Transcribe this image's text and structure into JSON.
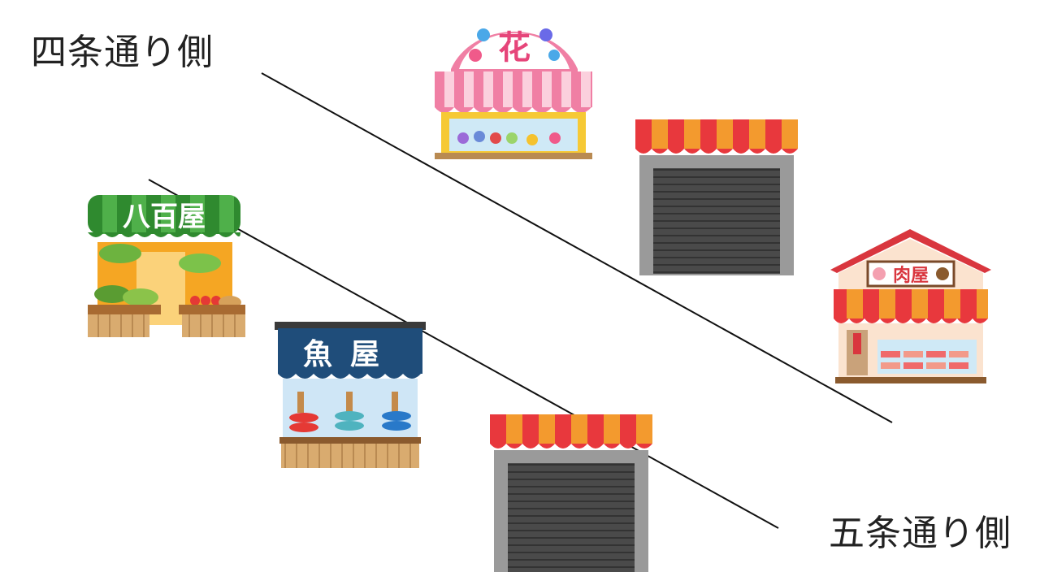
{
  "labels": {
    "north_side": "四条通り側",
    "south_side": "五条通り側"
  },
  "shops": {
    "flower": {
      "sign": "花",
      "icon": "flower-shop-icon"
    },
    "vegetable": {
      "sign": "八百屋",
      "icon": "vegetable-shop-icon"
    },
    "fish": {
      "sign": "魚屋",
      "icon": "fish-shop-icon"
    },
    "meat": {
      "sign": "肉屋",
      "icon": "meat-shop-icon"
    },
    "closed_upper": {
      "icon": "closed-shutter-shop-icon"
    },
    "closed_lower": {
      "icon": "closed-shutter-shop-icon"
    }
  },
  "colors": {
    "line": "#111111",
    "shutter": "#4a4a4a",
    "awning_red": "#e8383d",
    "awning_orange": "#f39a2e"
  }
}
